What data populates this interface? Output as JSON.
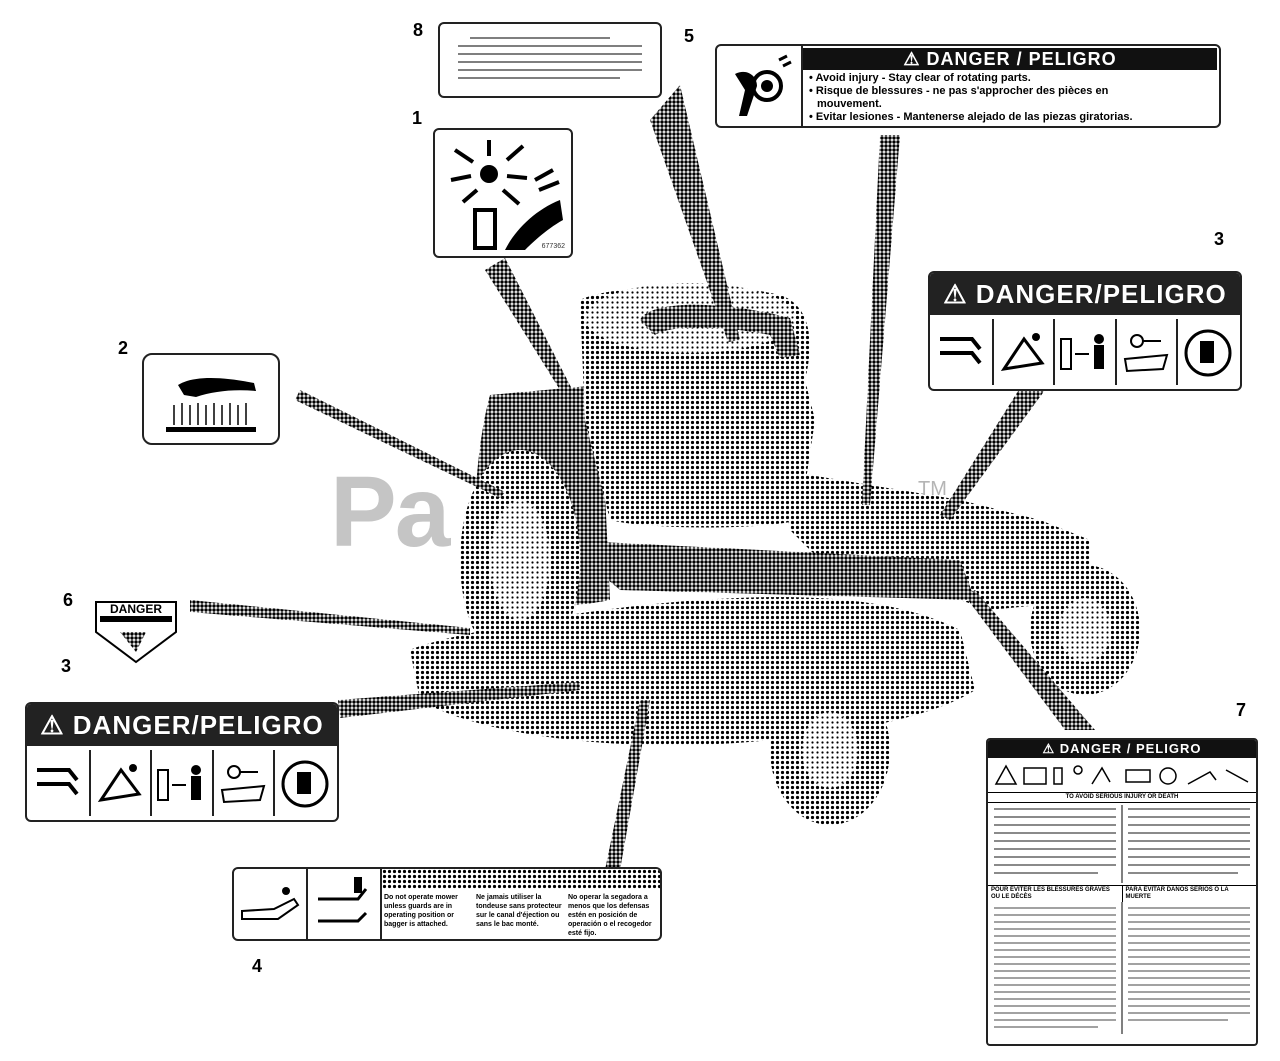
{
  "watermark": "Pa",
  "watermark_tm": "TM",
  "callouts": [
    "8",
    "5",
    "1",
    "3",
    "2",
    "6",
    "3",
    "7",
    "4"
  ],
  "decal5": {
    "header": "⚠ DANGER / PELIGRO",
    "lines": [
      "• Avoid injury - Stay clear of rotating parts.",
      "• Risque de blessures - ne pas s'approcher des pièces en",
      "  mouvement.",
      "• Evitar lesiones - Mantenerse alejado de las piezas giratorias."
    ]
  },
  "decal3_right": {
    "header": "⚠ DANGER/PELIGRO"
  },
  "decal3_left": {
    "header": "⚠ DANGER/PELIGRO"
  },
  "decal6": {
    "header": "DANGER"
  },
  "decal1": {
    "code": "677362"
  },
  "decal4": {
    "col1": "Do not operate mower unless guards are in operating position or bagger is attached.",
    "col2": "Ne jamais utiliser la tondeuse sans protecteur sur le canal d'éjection ou sans le bac monté.",
    "col3": "No operar la segadora a menos que los defensas estén en posición de operación o el recogedor esté fijo."
  },
  "decal7": {
    "header": "⚠ DANGER / PELIGRO",
    "sub": "TO AVOID SERIOUS INJURY OR DEATH",
    "sec_fr": "POUR ÉVITER LES BLESSURES GRAVES OU LE DÉCÈS",
    "sec_es": "PARA EVITAR DAÑOS SERIOS O LA MUERTE"
  },
  "colors": {
    "ink": "#111111",
    "dither": "#000000",
    "paper": "#ffffff"
  }
}
